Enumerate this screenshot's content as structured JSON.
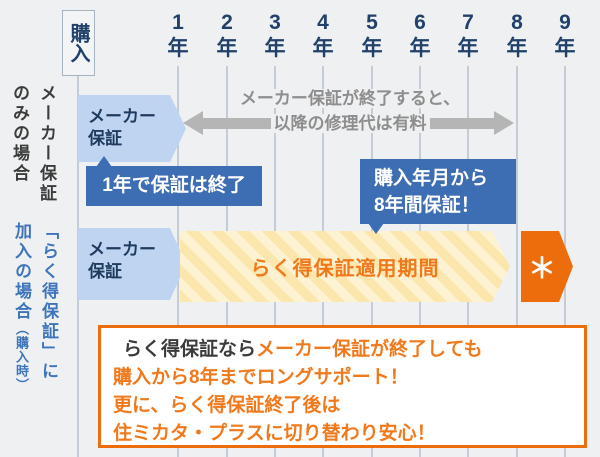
{
  "colors": {
    "background": "#eff0f1",
    "gridline": "#c3ccd7",
    "navy_text": "#21416b",
    "light_blue_arrow": "#bed4f0",
    "callout_blue": "#3d6db3",
    "gray_arrow": "#b5b5b5",
    "gray_text": "#8e8e8e",
    "orange_shape": "#ed6d0d",
    "orange_text": "#f0791c",
    "yellow_stripe_light": "#fdf3d2",
    "yellow_stripe_dark": "#fbe7ad",
    "dark_label": "#3b3b3b",
    "blue_label": "#3e74ba"
  },
  "timeline": {
    "purchase_label": "購入",
    "years": [
      "1",
      "2",
      "3",
      "4",
      "5",
      "6",
      "7",
      "8",
      "9"
    ],
    "year_unit": "年"
  },
  "section_maker_only": {
    "side_label_col1": "メーカー保証",
    "side_label_col2": "のみの場合",
    "maker_warranty_line1": "メーカー",
    "maker_warranty_line2": "保証",
    "note_line1": "メーカー保証が終了すると、",
    "note_line2": "以降の修理代は有料",
    "callout": "1年で保証は終了"
  },
  "section_rakutoku": {
    "side_label_col1": "「らく得保証」に",
    "side_label_col2": "加入の場合",
    "side_label_note": "（購入時）",
    "maker_warranty_line1": "メーカー",
    "maker_warranty_line2": "保証",
    "band_label": "らく得保証適用期間",
    "callout_line1": "購入年月から",
    "callout_line2": "8年間保証！",
    "asterisk": "＊"
  },
  "footer_note": {
    "line1_dark": "らく得保証なら",
    "line1_orange": "メーカー保証が終了しても",
    "line2": "購入から8年までロングサポート！",
    "line3": "更に、らく得保証終了後は",
    "line4": "住ミカタ・プラスに切り替わり安心！"
  }
}
